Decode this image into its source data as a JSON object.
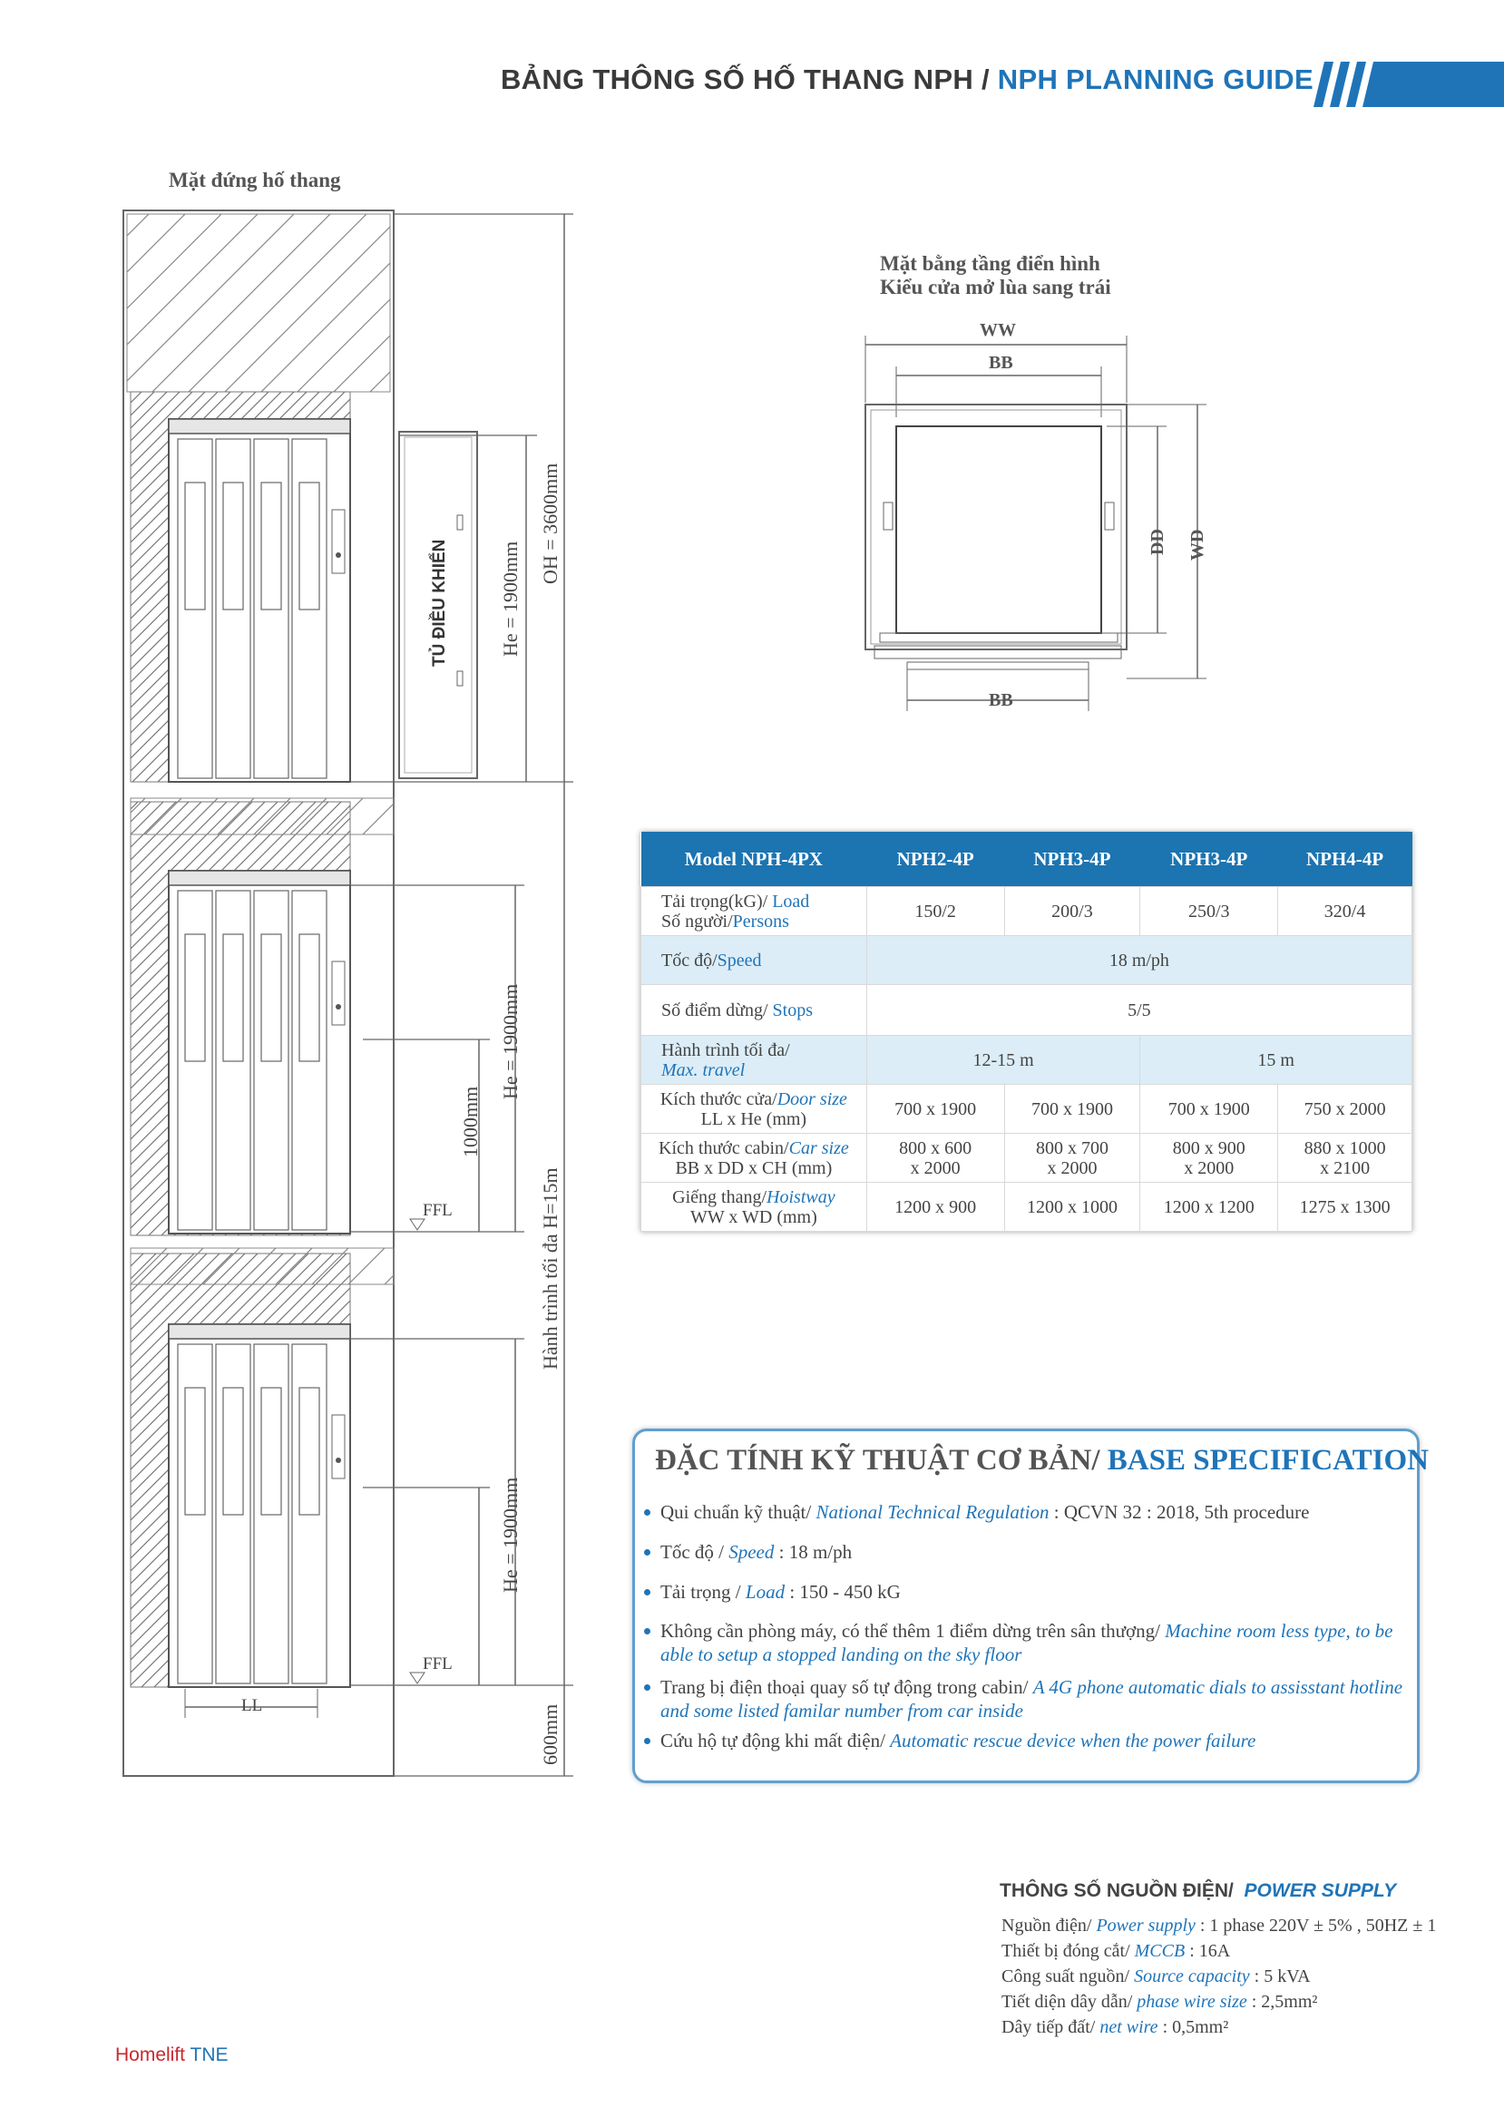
{
  "header": {
    "title_vi": "BẢNG THÔNG SỐ HỐ THANG NPH /",
    "title_en": "NPH PLANNING GUIDE"
  },
  "elevation": {
    "title": "Mặt đứng hố thang",
    "control_cabinet": "TỦ ĐIỀU KHIỂN",
    "he_label": "He = 1900mm",
    "oh_label": "OH = 3600mm",
    "travel_label": "Hành trình tối đa H=15m",
    "h1000_label": "1000mm",
    "pit_label": "600mm",
    "ffl": "FFL",
    "ll": "LL"
  },
  "plan": {
    "title1": "Mặt bằng tầng điển hình",
    "title2": "Kiểu cửa mở lùa sang trái",
    "ww": "WW",
    "bb": "BB",
    "dd": "DD",
    "wd": "WD"
  },
  "spec_table": {
    "header": [
      "Model NPH-4PX",
      "NPH2-4P",
      "NPH3-4P",
      "NPH3-4P",
      "NPH4-4P"
    ],
    "load_vi": "Tải trọng(kG)/",
    "load_en": "Load",
    "persons_vi": "Số người/",
    "persons_en": "Persons",
    "load_values": [
      "150/2",
      "200/3",
      "250/3",
      "320/4"
    ],
    "speed_vi": "Tốc độ/",
    "speed_en": "Speed",
    "speed_value": "18 m/ph",
    "stops_vi": "Số điểm dừng/",
    "stops_en": "Stops",
    "stops_value": "5/5",
    "travel_vi": "Hành trình tối đa/",
    "travel_en": "Max. travel",
    "travel_values": [
      "12-15 m",
      "15 m"
    ],
    "door_vi": "Kích thước cửa/",
    "door_en": "Door size",
    "door_sub": "LL x He (mm)",
    "door_values": [
      "700 x 1900",
      "700 x 1900",
      "700 x 1900",
      "750 x 2000"
    ],
    "car_vi": "Kích thước cabin/",
    "car_en": "Car size",
    "car_sub": "BB x DD x CH (mm)",
    "car_values_a": [
      "800 x 600",
      "800 x 700",
      "800 x 900",
      "880 x 1000"
    ],
    "car_values_b": [
      "x 2000",
      "x 2000",
      "x 2000",
      "x 2100"
    ],
    "hoist_vi": "Giếng thang/",
    "hoist_en": "Hoistway",
    "hoist_sub": "WW x WD (mm)",
    "hoist_values": [
      "1200 x 900",
      "1200 x 1000",
      "1200 x 1200",
      "1275 x 1300"
    ]
  },
  "base_spec": {
    "title_vi": "ĐẶC TÍNH KỸ THUẬT CƠ BẢN/",
    "title_en": "BASE SPECIFICATION",
    "items": [
      {
        "vi": "Qui chuẩn kỹ thuật/ ",
        "en": "National Technical Regulation",
        "rest": " : QCVN 32 : 2018, 5th procedure"
      },
      {
        "vi": "Tốc độ / ",
        "en": "Speed",
        "rest": " : 18 m/ph"
      },
      {
        "vi": "Tải trọng / ",
        "en": "Load",
        "rest": " : 150 - 450 kG"
      },
      {
        "vi": "Không cần phòng máy, có thể thêm 1 điểm dừng trên sân thượng/ ",
        "en": "Machine room less type, to be able to setup a stopped landing on the sky floor",
        "rest": ""
      },
      {
        "vi": "Trang bị điện thoại quay số tự động trong cabin/ ",
        "en": "A 4G phone automatic dials to assisstant hotline and some listed familar number from car inside",
        "rest": ""
      },
      {
        "vi": "Cứu hộ tự động khi mất điện/ ",
        "en": "Automatic rescue device when the power failure",
        "rest": ""
      }
    ]
  },
  "power_supply": {
    "title_vi": "THÔNG SỐ NGUỒN ĐIỆN/",
    "title_en": "POWER SUPPLY",
    "lines": [
      {
        "vi": "Nguồn điện/ ",
        "en": "Power supply",
        "rest": " : 1 phase 220V ± 5% , 50HZ ± 1"
      },
      {
        "vi": "Thiết bị đóng cắt/ ",
        "en": "MCCB",
        "rest": " : 16A"
      },
      {
        "vi": "Công suất nguồn/ ",
        "en": "Source capacity",
        "rest": " : 5 kVA"
      },
      {
        "vi": "Tiết diện dây dẫn/ ",
        "en": "phase wire size",
        "rest": " : 2,5mm²"
      },
      {
        "vi": "Dây tiếp đất/ ",
        "en": "net wire",
        "rest": " : 0,5mm²"
      }
    ]
  },
  "footer": {
    "brand_a": "Homelift",
    "brand_b": "TNE"
  },
  "colors": {
    "accent": "#1f74b8",
    "table_header": "#1c74b1",
    "row_alt": "#dcedf7",
    "brand_red": "#c8282e"
  }
}
